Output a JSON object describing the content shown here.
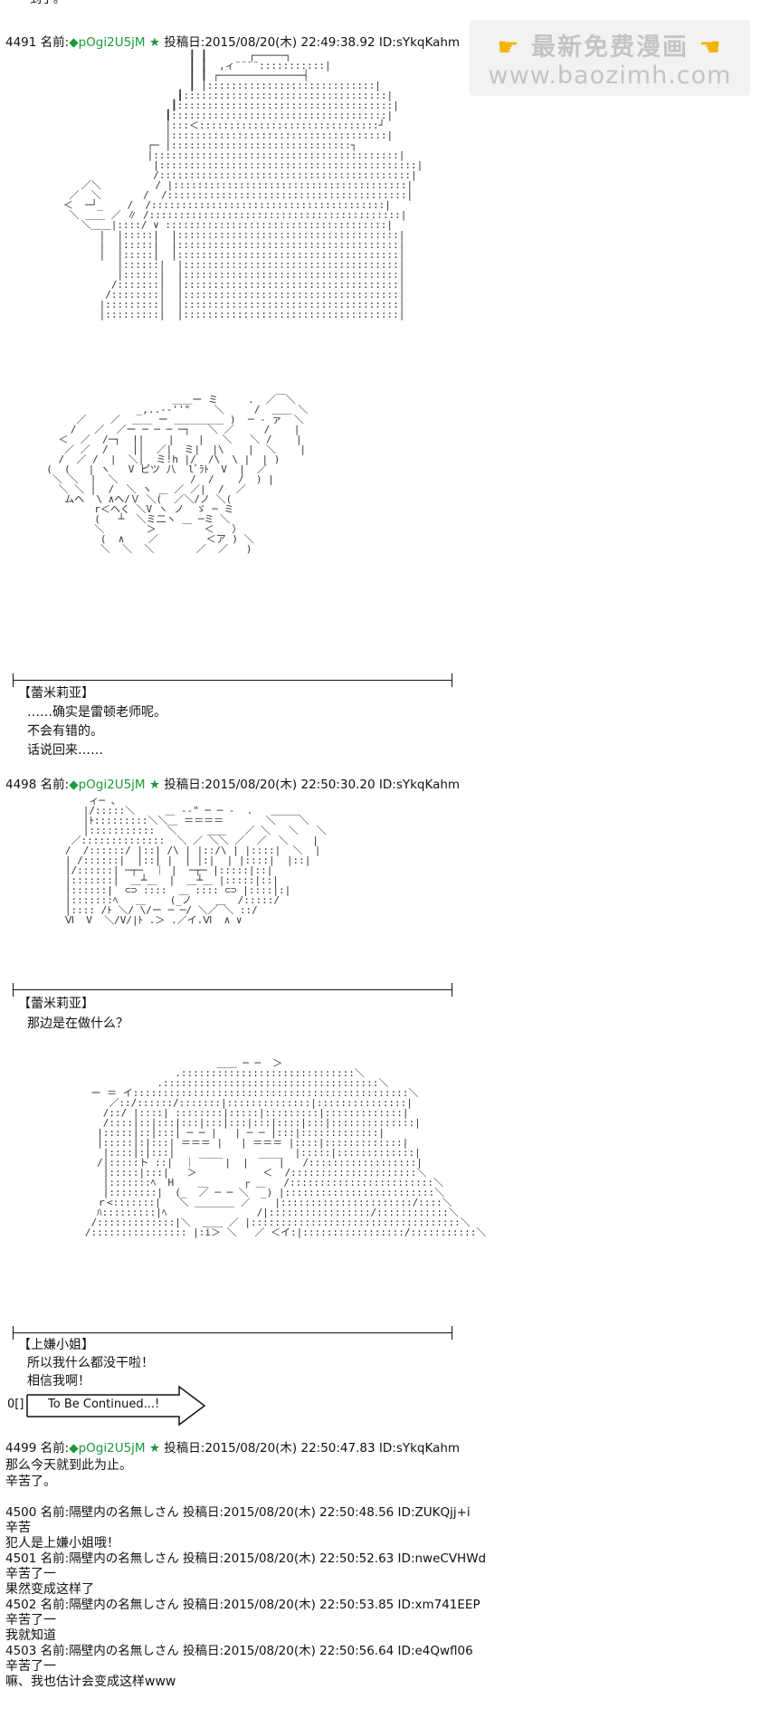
{
  "watermark": {
    "hand_icon": "hand-pointing-icon",
    "title": "最新免费漫画",
    "url": "www.baozimh.com"
  },
  "top_fragment": "—到了。",
  "posts": [
    {
      "num": "4491",
      "name_label": "名前:",
      "trip": "◆pOgi2U5jM",
      "star": "★",
      "date_label": "投稿日:",
      "date": "2015/08/20(木) 22:49:38.92",
      "id": "ID:sYkqKahm"
    },
    {
      "num": "4498",
      "name_label": "名前:",
      "trip": "◆pOgi2U5jM",
      "star": "★",
      "date_label": "投稿日:",
      "date": "2015/08/20(木) 22:50:30.20",
      "id": "ID:sYkqKahm"
    },
    {
      "num": "4499",
      "name_label": "名前:",
      "trip": "◆pOgi2U5jM",
      "star": "★",
      "date_label": "投稿日:",
      "date": "2015/08/20(木) 22:50:47.83",
      "id": "ID:sYkqKahm"
    }
  ],
  "dialog1": {
    "speaker": "【蕾米莉亚】",
    "lines": [
      "……确实是雷顿老师呢。",
      "不会有错的。",
      "话说回来……"
    ]
  },
  "dialog2": {
    "speaker": "【蕾米莉亚】",
    "lines": [
      "那边是在做什么？"
    ]
  },
  "dialog3": {
    "speaker": "【上嫌小姐】",
    "lines": [
      "所以我什么都没干啦！",
      "相信我啊！"
    ]
  },
  "continued": {
    "prefix": "0[]",
    "label": "To Be Continued...!"
  },
  "post_4499_body": [
    "那么今天就到此为止。",
    "辛苦了。"
  ],
  "replies": [
    {
      "header": "4500 名前:隔壁内の名無しさん 投稿日:2015/08/20(木) 22:50:48.56 ID:ZUKQjj+i",
      "body": [
        "辛苦",
        "犯人是上嫌小姐哦！"
      ]
    },
    {
      "header": "4501 名前:隔壁内の名無しさん 投稿日:2015/08/20(木) 22:50:52.63 ID:nweCVHWd",
      "body": [
        "辛苦了一",
        "果然变成这样了"
      ]
    },
    {
      "header": "4502 名前:隔壁内の名無しさん 投稿日:2015/08/20(木) 22:50:53.85 ID:xm741EEP",
      "body": [
        "辛苦了一",
        "我就知道"
      ]
    },
    {
      "header": "4503 名前:隔壁内の名無しさん 投稿日:2015/08/20(木) 22:50:56.64 ID:e4Qwfl06",
      "body": [
        "辛苦了一",
        "嘛、我也估计会变成这样www"
      ]
    }
  ]
}
